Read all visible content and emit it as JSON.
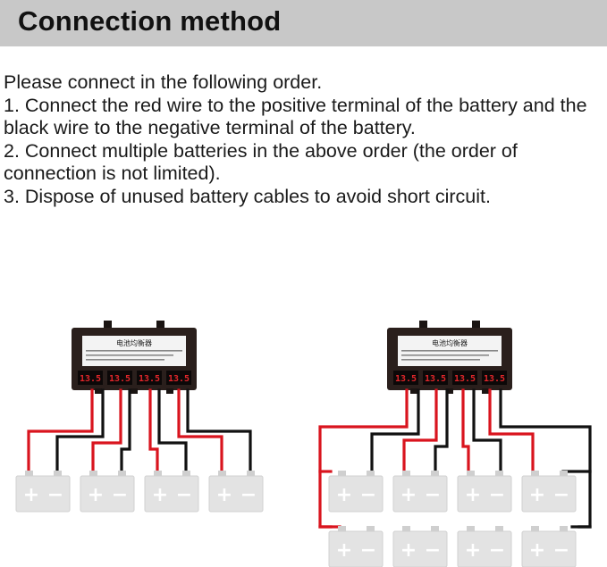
{
  "header": {
    "title": "Connection method"
  },
  "instructions": {
    "intro": "Please connect in the following order.",
    "steps": [
      "1. Connect the red wire to the positive terminal of the battery and the black wire to the negative terminal of the battery.",
      "2. Connect multiple batteries in the above order (the order of connection is not limited).",
      "3. Dispose of unused battery cables to avoid short circuit."
    ]
  },
  "device": {
    "label": "电池均衡器",
    "display_reading": "13.5",
    "case_color": "#2a1f1c",
    "display_color": "#e0262a"
  },
  "wires": {
    "positive_color": "#d9141e",
    "negative_color": "#111111"
  },
  "battery": {
    "plus_symbol": "+",
    "minus_symbol": "−",
    "body_color": "#e3e3e3"
  }
}
